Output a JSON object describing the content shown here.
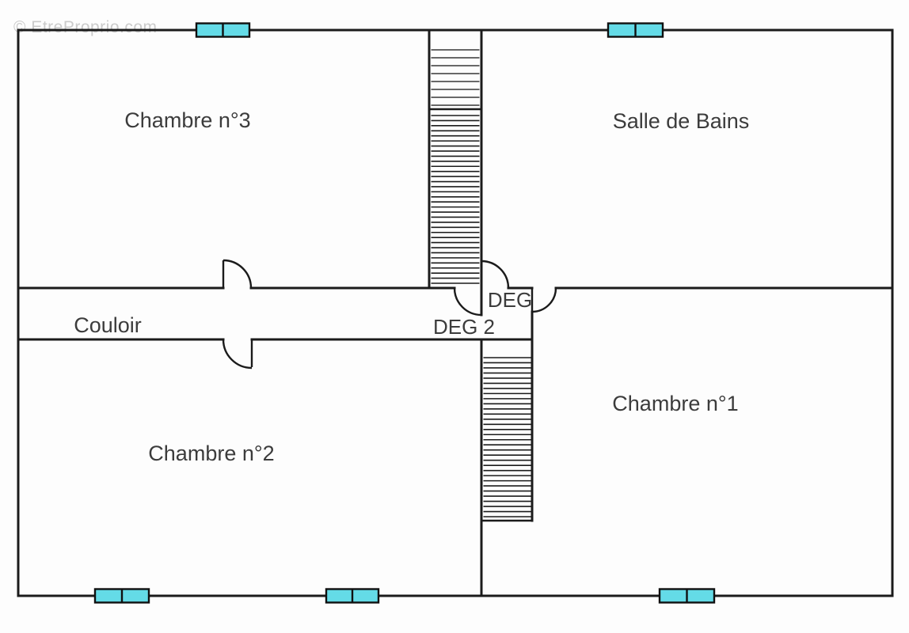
{
  "watermark": "© EtreProprio.com",
  "rooms": {
    "chambre3": "Chambre n°3",
    "salle_de_bains": "Salle de Bains",
    "couloir": "Couloir",
    "deg": "DEG",
    "deg2": "DEG 2",
    "chambre2": "Chambre n°2",
    "chambre1": "Chambre n°1"
  },
  "colors": {
    "wall": "#1b1b1b",
    "window_fill": "#64dbe7",
    "window_border": "#101010",
    "label": "#3c3c3c",
    "watermark": "#c6c6c6",
    "background": "#fdfdfd"
  },
  "stairs": {
    "upper_flight_steps": 8,
    "main_flight_steps": 34,
    "lower_flight_steps": 32
  }
}
